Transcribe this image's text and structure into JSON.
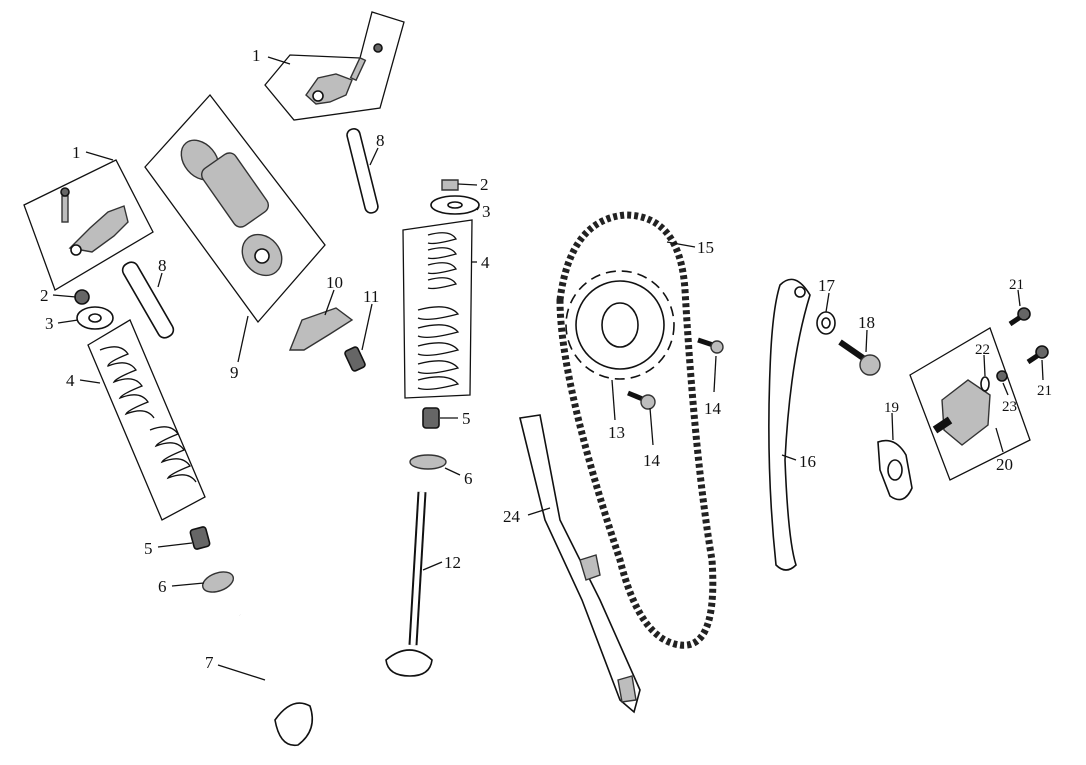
{
  "callouts": [
    {
      "id": "c1a",
      "text": "1"
    },
    {
      "id": "c1b",
      "text": "1"
    },
    {
      "id": "c2a",
      "text": "2"
    },
    {
      "id": "c2b",
      "text": "2"
    },
    {
      "id": "c3a",
      "text": "3"
    },
    {
      "id": "c3b",
      "text": "3"
    },
    {
      "id": "c4a",
      "text": "4"
    },
    {
      "id": "c4b",
      "text": "4"
    },
    {
      "id": "c5a",
      "text": "5"
    },
    {
      "id": "c5b",
      "text": "5"
    },
    {
      "id": "c6a",
      "text": "6"
    },
    {
      "id": "c6b",
      "text": "6"
    },
    {
      "id": "c7",
      "text": "7"
    },
    {
      "id": "c8a",
      "text": "8"
    },
    {
      "id": "c8b",
      "text": "8"
    },
    {
      "id": "c9",
      "text": "9"
    },
    {
      "id": "c10",
      "text": "10"
    },
    {
      "id": "c11",
      "text": "11"
    },
    {
      "id": "c12",
      "text": "12"
    },
    {
      "id": "c13",
      "text": "13"
    },
    {
      "id": "c14a",
      "text": "14"
    },
    {
      "id": "c14b",
      "text": "14"
    },
    {
      "id": "c15",
      "text": "15"
    },
    {
      "id": "c16",
      "text": "16"
    },
    {
      "id": "c17",
      "text": "17"
    },
    {
      "id": "c18",
      "text": "18"
    },
    {
      "id": "c19",
      "text": "19"
    },
    {
      "id": "c20",
      "text": "20"
    },
    {
      "id": "c21a",
      "text": "21"
    },
    {
      "id": "c21b",
      "text": "21"
    },
    {
      "id": "c22",
      "text": "22"
    },
    {
      "id": "c23",
      "text": "23"
    },
    {
      "id": "c24",
      "text": "24"
    }
  ]
}
